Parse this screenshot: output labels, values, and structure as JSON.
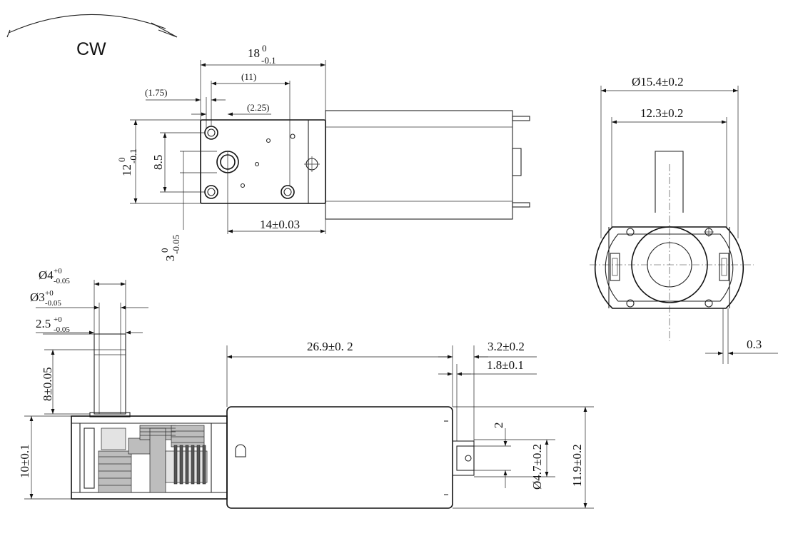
{
  "rotation": {
    "direction_label": "CW",
    "arrow_icon": "curved-arrow-icon"
  },
  "top_view": {
    "overall_width": {
      "nominal": "18",
      "upper": "0",
      "lower": "-0.1"
    },
    "hole_spacing": "(11)",
    "offset_left": "(1.75)",
    "offset_inner": "(2.25)",
    "height": {
      "nominal": "12",
      "upper": "0",
      "lower": "-0.1"
    },
    "vertical_spacing": "8.5",
    "shaft_offset": {
      "nominal": "3",
      "upper": "0",
      "lower": "-0.05"
    },
    "gearbox_length": "14±0.03"
  },
  "end_view": {
    "outer_diameter": "Ø15.4±0.2",
    "flat_width": "12.3±0.2",
    "terminal_thickness": "0.3"
  },
  "side_view": {
    "shaft_d1": {
      "nominal": "Ø4",
      "upper": "+0",
      "lower": "-0.05"
    },
    "shaft_d2": {
      "nominal": "Ø3",
      "upper": "+0",
      "lower": "-0.05"
    },
    "shaft_d3": {
      "nominal": "2.5",
      "upper": "+0",
      "lower": "-0.05"
    },
    "shaft_length": "8±0.05",
    "gearbox_height": "10±0.1",
    "motor_length": "26.9±0. 2",
    "terminal_length": "3.2±0.2",
    "terminal_offset": "1.8±0.1",
    "terminal_width": "2",
    "boss_diameter": "Ø4.7±0.2",
    "motor_height": "11.9±0.2"
  }
}
